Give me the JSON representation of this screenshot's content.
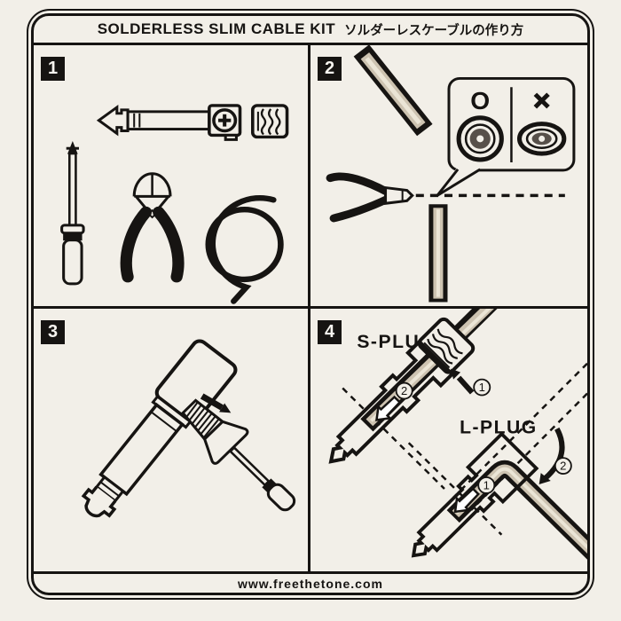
{
  "title": {
    "en": "SOLDERLESS SLIM CABLE KIT",
    "ja": "ソルダーレスケーブルの作り方"
  },
  "steps": {
    "one": {
      "number": "1"
    },
    "two": {
      "number": "2",
      "guide": {
        "good": "O",
        "bad": "×"
      }
    },
    "three": {
      "number": "3"
    },
    "four": {
      "number": "4",
      "s_plug_label": "S-PLUG",
      "l_plug_label": "L-PLUG",
      "callout_1": "1",
      "callout_2": "2"
    }
  },
  "footer": {
    "url": "www.freethetone.com"
  },
  "colors": {
    "paper": "#f2efe8",
    "ink": "#161412",
    "cable_mid": "#cdc3b1",
    "cable_core": "#ebe5d6"
  }
}
